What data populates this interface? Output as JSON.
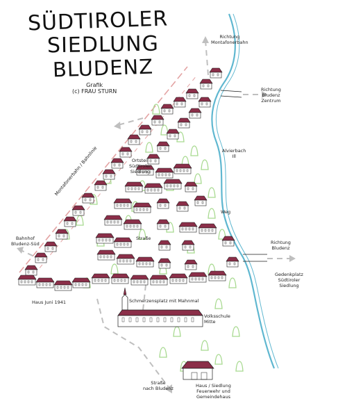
{
  "title": {
    "line1": "SÜDTIROLER",
    "line2": "SIEDLUNG",
    "line3": "BLUDENZ"
  },
  "credit": {
    "line1": "Grafik",
    "line2": "(c) FRAU STURN"
  },
  "labels": {
    "top_right_road": "Richtung\nMontafonerbahn",
    "right_arrow_top": "Richtung\nBludenz\nZentrum",
    "river": "Alvierbach\nIll",
    "far_left": "Bahnhof\nBludenz-Süd",
    "railway": "Montafonerbahn / Bahnlinie",
    "right_arrow_mid": "Richtung\nBludenz",
    "right_bottom": "Gedenkplatz\nSüdtiroler\nSiedlung",
    "bottom_left": "Haus Juni 1941",
    "bottom_center": "Schmerzensplatz mit Mahnmal",
    "school": "Volksschule\nMitte",
    "bottom_road": "Straße\nnach Bludenz",
    "bottom_building": "Haus / Siedlung\nFeuerwehr und\nGemeindehaus",
    "middle_label": "Ortsteil\nSüdtiroler\nSiedlung",
    "mid_small": "Straße",
    "small_right": "Weg"
  },
  "colors": {
    "roof": "#8b2f49",
    "roof_dark": "#6e1f36",
    "outline": "#1c1c1c",
    "trees": "#a7d98f",
    "river": "#5fb7d0",
    "rail": "#e3a3a3",
    "road_arrow": "#bfbfbf"
  }
}
